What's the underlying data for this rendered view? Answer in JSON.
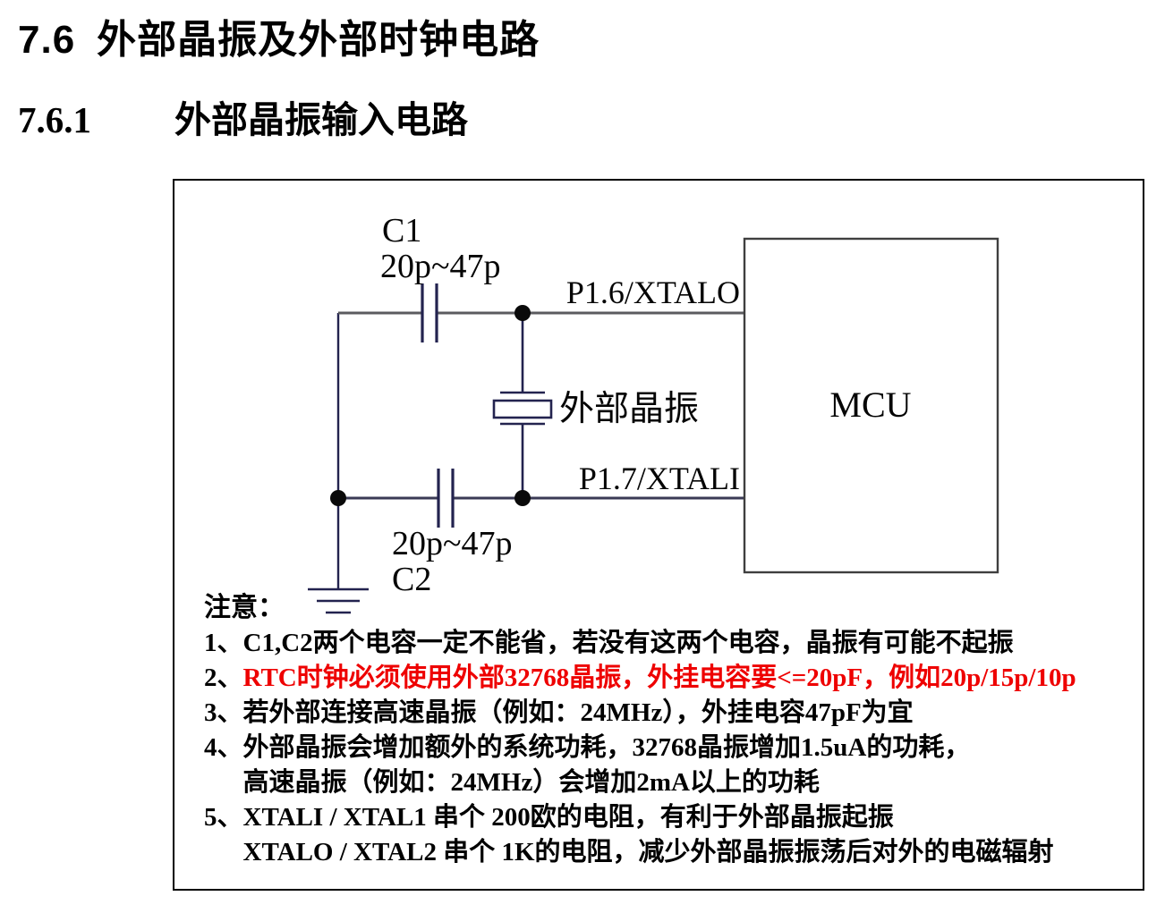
{
  "page": {
    "heading1": {
      "number": "7.6",
      "title": "外部晶振及外部时钟电路"
    },
    "heading2": {
      "number": "7.6.1",
      "title": "外部晶振输入电路"
    }
  },
  "figure": {
    "labels": {
      "c1_name": "C1",
      "c1_value": "20p~47p",
      "c2_value": "20p~47p",
      "c2_name": "C2",
      "pin_top": "P1.6/XTALO",
      "pin_bottom": "P1.7/XTALI",
      "crystal": "外部晶振",
      "mcu": "MCU"
    },
    "colors": {
      "wire_dark": "#23234f",
      "wire_gray": "#5b5b5f",
      "component_box_border": "#3f3f3f",
      "figure_border": "#000000",
      "note_red": "#ee0000"
    }
  },
  "notes": {
    "heading": "注意：",
    "items": [
      {
        "marker": "1、",
        "lines": [
          "C1,C2两个电容一定不能省，若没有这两个电容，晶振有可能不起振"
        ]
      },
      {
        "marker": "2、",
        "lines": [
          "RTC时钟必须使用外部32768晶振，外挂电容要<=20pF，例如20p/15p/10p"
        ]
      },
      {
        "marker": "3、",
        "lines": [
          "若外部连接高速晶振（例如：24MHz），外挂电容47pF为宜"
        ]
      },
      {
        "marker": "4、",
        "lines": [
          "外部晶振会增加额外的系统功耗，32768晶振增加1.5uA的功耗，",
          "高速晶振（例如：24MHz）会增加2mA以上的功耗"
        ]
      },
      {
        "marker": "5、",
        "lines": [
          "XTALI / XTAL1 串个 200欧的电阻，有利于外部晶振起振",
          "XTALO / XTAL2 串个 1K的电阻，减少外部晶振振荡后对外的电磁辐射"
        ]
      }
    ]
  }
}
